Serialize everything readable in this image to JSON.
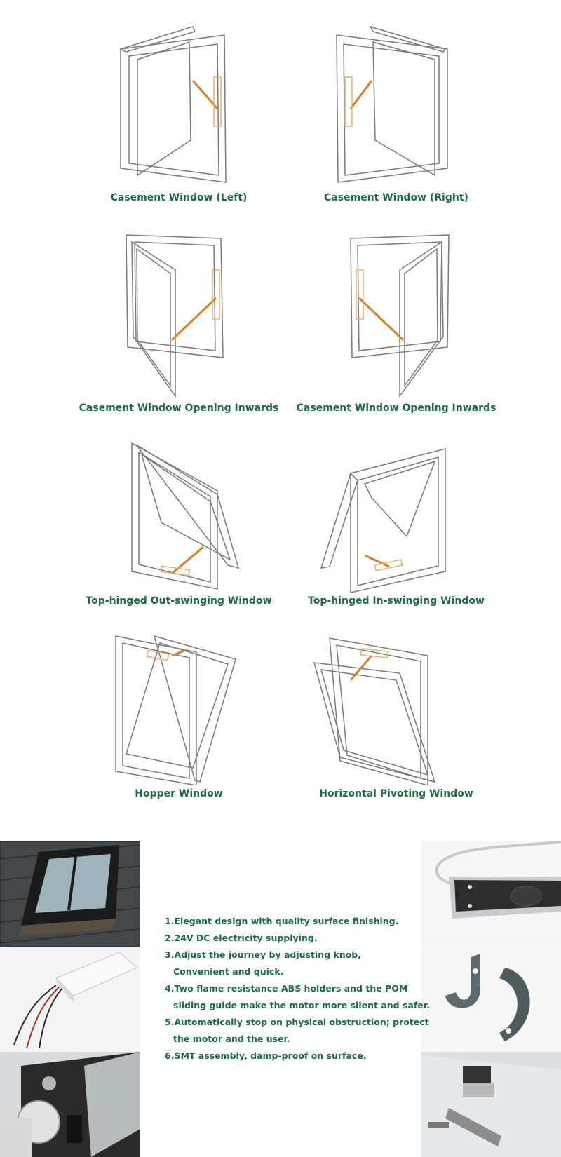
{
  "window_types": [
    {
      "label": "Casement Window (Left)"
    },
    {
      "label": "Casement Window (Right)"
    },
    {
      "label": "Casement Window Opening Inwards"
    },
    {
      "label": "Casement Window Opening Inwards"
    },
    {
      "label": "Top-hinged Out-swinging Window"
    },
    {
      "label": "Top-hinged In-swinging Window"
    },
    {
      "label": "Hopper Window"
    },
    {
      "label": "Horizontal Pivoting Window"
    }
  ],
  "features": [
    {
      "line1": "1.Elegant design with quality surface finishing.",
      "line2": ""
    },
    {
      "line1": "2.24V DC electricity supplying.",
      "line2": ""
    },
    {
      "line1": "3.Adjust the journey by adjusting knob,",
      "line2": "Convenient and quick."
    },
    {
      "line1": "4.Two flame resistance ABS holders and the POM",
      "line2": "sliding guide make the motor more silent and safer."
    },
    {
      "line1": "5.Automatically stop on physical obstruction; protect",
      "line2": "the motor and the user."
    },
    {
      "line1": "6.SMT assembly, damp-proof on surface.",
      "line2": ""
    }
  ],
  "colors": {
    "caption": "#1d6a45",
    "arm": "#d2822f",
    "frame": "#7a7a7a"
  }
}
